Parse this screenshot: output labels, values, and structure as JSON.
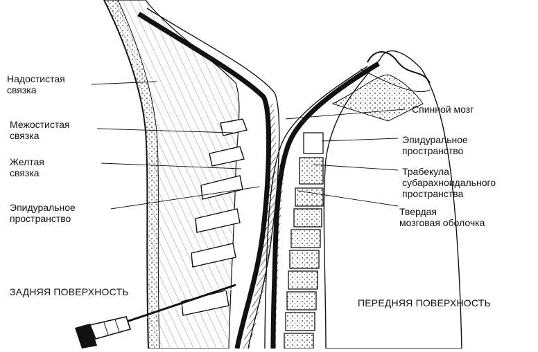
{
  "labels": {
    "supraspinous": "Надостистая\nсвязка",
    "interspinous": "Межостистая\nсвязка",
    "yellow": "Желтая\nсвязка",
    "epidural_left": "Эпидуральное\nпространство",
    "spinal_cord": "Спинной мозг",
    "epidural_right": "Эпидуральное\nпространство",
    "trabecula": "Трабекула\nсубарахноидального\nпространства",
    "dura": "Твердая\nмозговая оболочка"
  },
  "captions": {
    "posterior": "ЗАДНЯЯ ПОВЕРХНОСТЬ",
    "anterior": "ПЕРЕДНЯЯ ПОВЕРХНОСТЬ"
  },
  "colors": {
    "ink": "#111111",
    "paper": "#ffffff"
  }
}
